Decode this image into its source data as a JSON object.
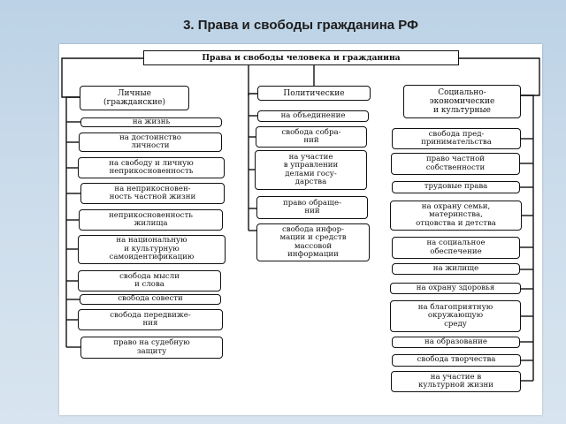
{
  "slide_title": "3. Права и свободы гражданина РФ",
  "diagram": {
    "root": "Права и свободы человека и гражданина",
    "groups": [
      {
        "heading": "Личные\n(гражданские)",
        "items": [
          "на жизнь",
          "на достоинство\nличности",
          "на свободу и личную\nнеприкосновенность",
          "на неприкосновен-\nность частной жизни",
          "неприкосновенность\nжилища",
          "на национальную\nи культурную\nсамоидентификацию",
          "свобода мысли\nи слова",
          "свобода совести",
          "свобода передвиже-\nния",
          "право на судебную\nзащиту"
        ]
      },
      {
        "heading": "Политические",
        "items": [
          "на объединение",
          "свобода собра-\nний",
          "на участие\nв управлении\nделами госу-\nдарства",
          "право обраще-\nний",
          "свобода инфор-\nмации и средств\nмассовой\nинформации"
        ]
      },
      {
        "heading": "Социально-\nэкономические\nи культурные",
        "items": [
          "свобода пред-\nпринимательства",
          "право частной\nсобственности",
          "трудовые права",
          "на охрану семьи,\nматеринства,\nотцовства и детства",
          "на социальное\nобеспечение",
          "на жилище",
          "на охрану здоровья",
          "на благоприятную\nокружающую\nсреду",
          "на образование",
          "свобода творчества",
          "на участие в\nкультурной жизни"
        ]
      }
    ]
  }
}
